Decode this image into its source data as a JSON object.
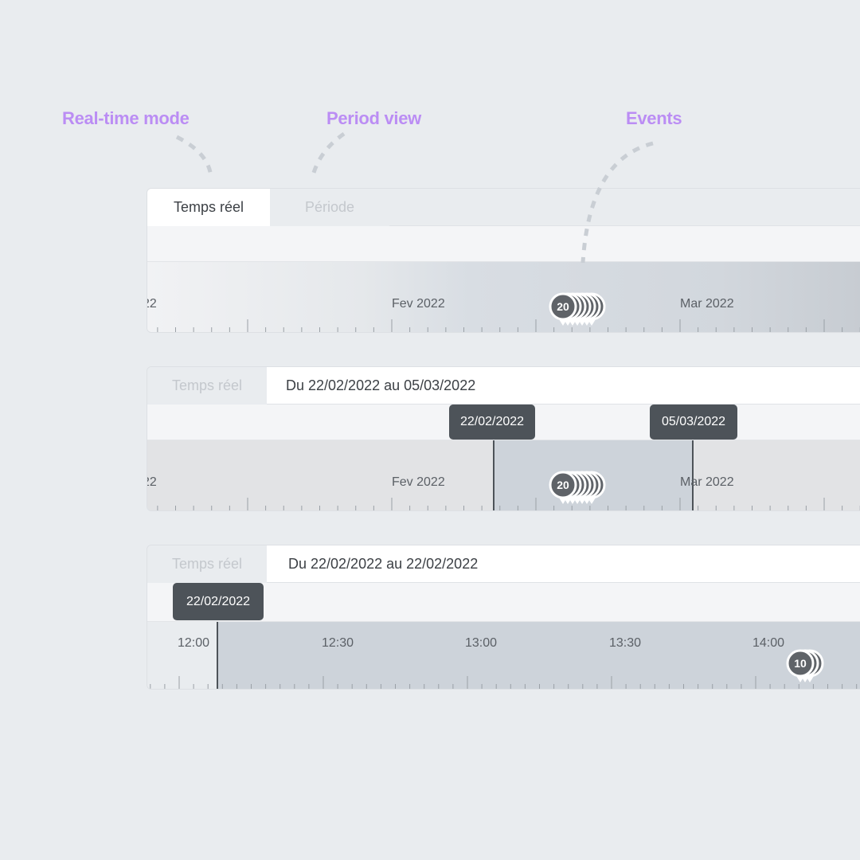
{
  "annotations": {
    "realtime": "Real-time mode",
    "period": "Period view",
    "events": "Events"
  },
  "colors": {
    "annotation": "#bb8df4",
    "badge": "#4d5359",
    "selection": "#cdd3da",
    "event": "#5f6368"
  },
  "panel1": {
    "tabs": [
      {
        "label": "Temps réel",
        "active": true
      },
      {
        "label": "Période",
        "active": false
      }
    ],
    "axis_labels": [
      "22",
      "Fev 2022",
      "Mar 2022"
    ],
    "event_cluster": {
      "count": "20",
      "icon": "event-marker-icon"
    }
  },
  "panel2": {
    "tab": "Temps réel",
    "range": "Du 22/02/2022 au 05/03/2022",
    "start_marker": "22/02/2022",
    "end_marker": "05/03/2022",
    "axis_labels": [
      "22",
      "Fev 2022",
      "Mar 2022"
    ],
    "event_cluster": {
      "count": "20"
    }
  },
  "panel3": {
    "tab": "Temps réel",
    "range": "Du 22/02/2022 au 22/02/2022",
    "start_marker": "22/02/2022",
    "axis_labels": [
      "12:00",
      "12:30",
      "13:00",
      "13:30",
      "14:00"
    ],
    "event_cluster": {
      "count": "10"
    }
  }
}
